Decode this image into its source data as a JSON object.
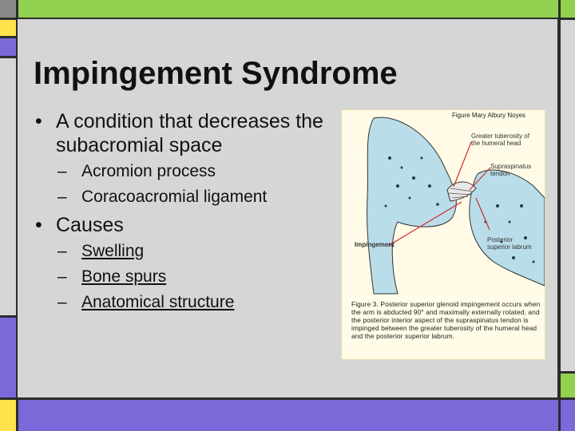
{
  "slide": {
    "title": "Impingement Syndrome",
    "bullets": [
      {
        "text": "A condition that decreases the subacromial space",
        "sub": [
          "Acromion process",
          "Coracoacromial ligament"
        ]
      },
      {
        "text": "Causes",
        "sub": [
          "Swelling",
          "Bone spurs",
          "Anatomical structure"
        ]
      }
    ],
    "bullet_glyph": "•",
    "dash_glyph": "–"
  },
  "figure": {
    "credit": "Figure  Mary Albury Noyes",
    "labels": {
      "greater_tuberosity": "Greater tuberosity of the humeral head",
      "supraspinatus": "Supraspinatus tendon",
      "impingement": "Impingement",
      "posterior_labrum": "Posterior superior labrum"
    },
    "caption": "Figure 3. Posterior superior glenoid impingement occurs when the arm is abducted 90° and maximally externally rotated, and the posterior interior aspect of the supraspinatus tendon is impinged between the greater tuberosity of the humeral head and the posterior superior labrum."
  },
  "colors": {
    "slide_bg": "#d6d6d6",
    "frame_dark": "#2b2b2b",
    "green": "#92d050",
    "purple": "#7b68d9",
    "yellow": "#ffe34d",
    "figure_bg": "#fffbe6",
    "bone_blue": "#b9dde9",
    "arrow_red": "#d12b2b"
  }
}
